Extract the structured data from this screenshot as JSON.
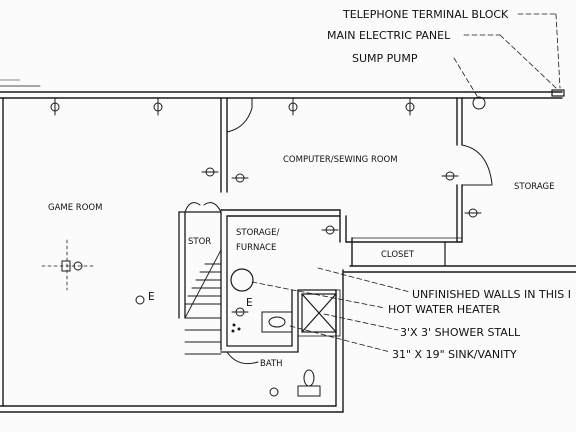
{
  "rooms": {
    "game_room": "GAME ROOM",
    "computer_sewing_room": "COMPUTER/SEWING ROOM",
    "storage_right": "STORAGE",
    "stor": "STOR",
    "storage_furnace_line1": "STORAGE/",
    "storage_furnace_line2": "FURNACE",
    "closet": "CLOSET",
    "bath": "BATH"
  },
  "callouts": {
    "telephone_terminal_block": "TELEPHONE TERMINAL BLOCK",
    "main_electric_panel": "MAIN ELECTRIC PANEL",
    "sump_pump": "SUMP PUMP",
    "unfinished_walls": "UNFINISHED WALLS IN THIS I",
    "hot_water_heater": "HOT WATER HEATER",
    "shower_stall": "3'X 3' SHOWER STALL",
    "sink_vanity": "31\" X 19\" SINK/VANITY"
  },
  "outlet_marks": {
    "e_left": "E",
    "e_center": "E"
  },
  "colors": {
    "ink": "#1a1a1a",
    "paper": "#fbfbfb"
  }
}
